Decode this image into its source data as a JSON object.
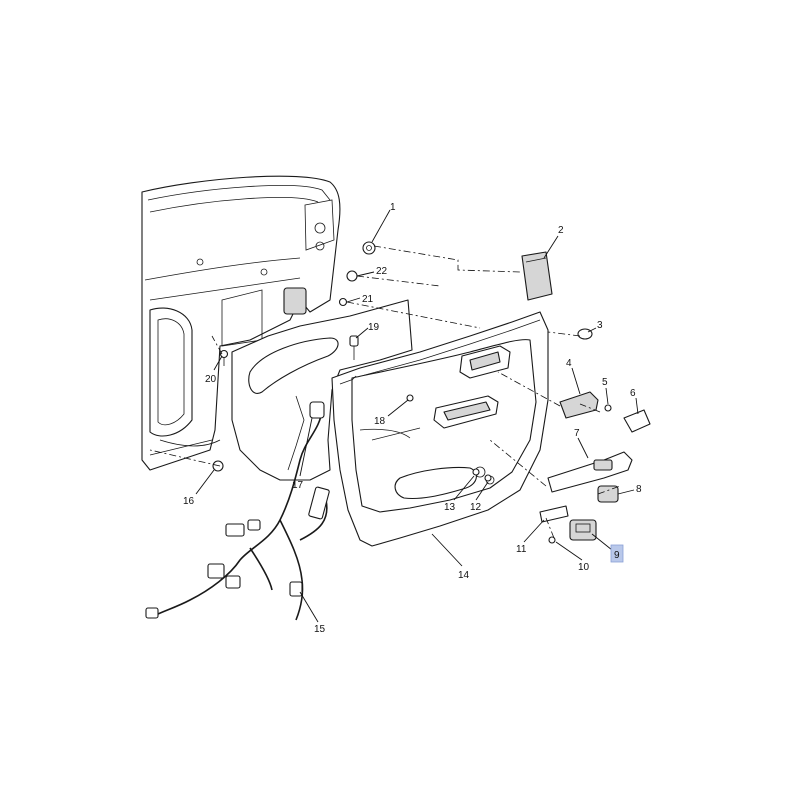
{
  "callouts": [
    {
      "id": "c1",
      "label": "1",
      "highlighted": false
    },
    {
      "id": "c2",
      "label": "2",
      "highlighted": false
    },
    {
      "id": "c3",
      "label": "3",
      "highlighted": false
    },
    {
      "id": "c4",
      "label": "4",
      "highlighted": false
    },
    {
      "id": "c5",
      "label": "5",
      "highlighted": false
    },
    {
      "id": "c6",
      "label": "6",
      "highlighted": false
    },
    {
      "id": "c7",
      "label": "7",
      "highlighted": false
    },
    {
      "id": "c8",
      "label": "8",
      "highlighted": false
    },
    {
      "id": "c9",
      "label": "9",
      "highlighted": true
    },
    {
      "id": "c10",
      "label": "10",
      "highlighted": false
    },
    {
      "id": "c11",
      "label": "11",
      "highlighted": false
    },
    {
      "id": "c12",
      "label": "12",
      "highlighted": false
    },
    {
      "id": "c13",
      "label": "13",
      "highlighted": false
    },
    {
      "id": "c14",
      "label": "14",
      "highlighted": false
    },
    {
      "id": "c15",
      "label": "15",
      "highlighted": false
    },
    {
      "id": "c16",
      "label": "16",
      "highlighted": false
    },
    {
      "id": "c17",
      "label": "17",
      "highlighted": false
    },
    {
      "id": "c18",
      "label": "18",
      "highlighted": false
    },
    {
      "id": "c19",
      "label": "19",
      "highlighted": false
    },
    {
      "id": "c20",
      "label": "20",
      "highlighted": false
    },
    {
      "id": "c21",
      "label": "21",
      "highlighted": false
    },
    {
      "id": "c22",
      "label": "22",
      "highlighted": false
    }
  ],
  "colors": {
    "line": "#1a1a1a",
    "highlight": "#b9c8ea",
    "background": "#ffffff"
  }
}
